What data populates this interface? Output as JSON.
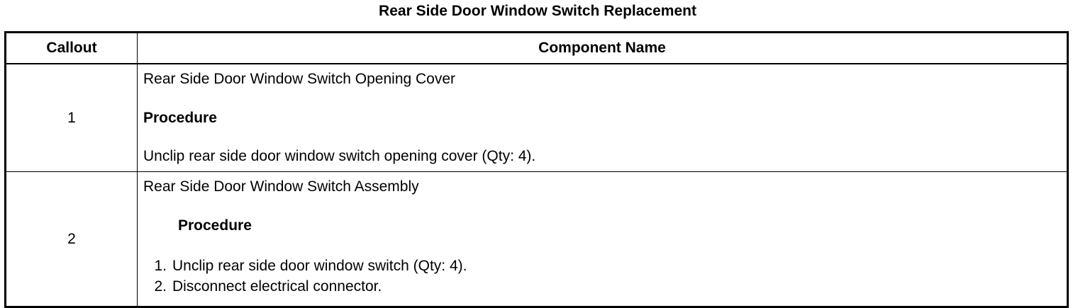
{
  "title": "Rear Side Door Window Switch Replacement",
  "table": {
    "headers": {
      "callout": "Callout",
      "component": "Component Name"
    },
    "rows": [
      {
        "callout": "1",
        "component": "Rear Side Door Window Switch Opening Cover",
        "procedure_heading": "Procedure",
        "procedure_text": "Unclip rear side door window switch opening cover (Qty: 4)."
      },
      {
        "callout": "2",
        "component": "Rear Side Door Window Switch Assembly",
        "procedure_heading": "Procedure",
        "steps": [
          {
            "num": "1.",
            "text": "Unclip rear side door window switch (Qty: 4)."
          },
          {
            "num": "2.",
            "text": "Disconnect electrical connector."
          }
        ]
      }
    ]
  }
}
